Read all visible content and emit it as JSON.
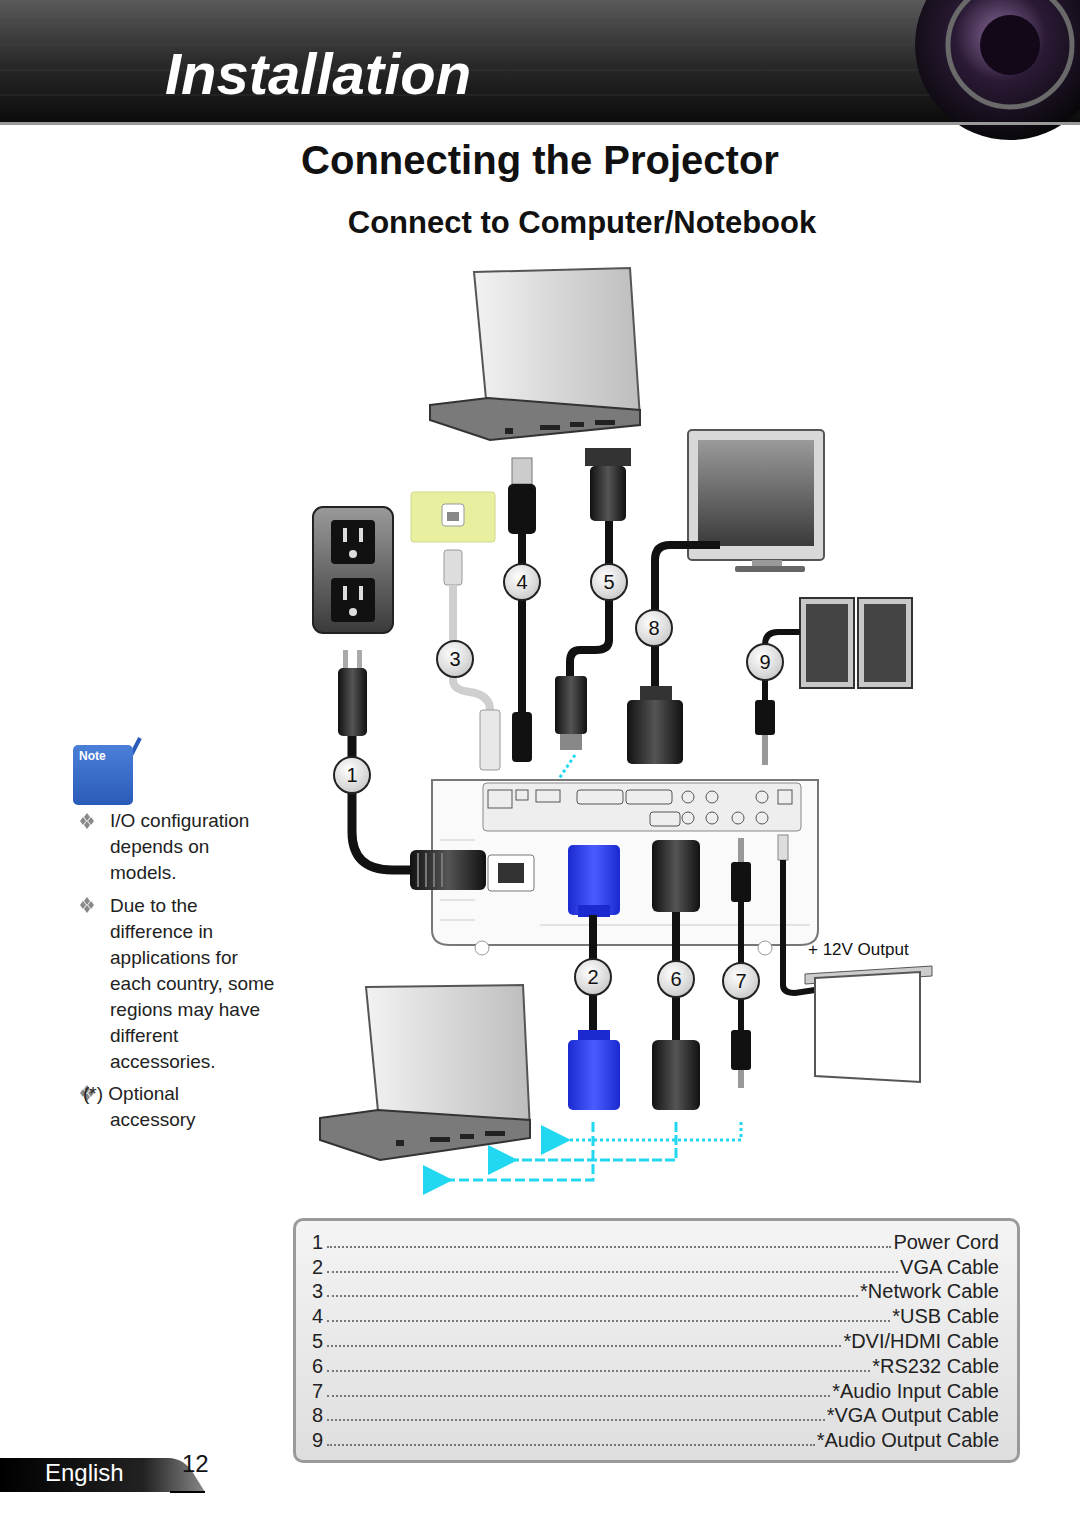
{
  "diagram": {
    "title": "Connecting the Projector",
    "nodes": [
      {
        "text": [
          "1"
        ]
      },
      {
        "text": [
          "2"
        ]
      },
      {
        "text": [
          "3"
        ]
      },
      {
        "text": [
          "4"
        ]
      },
      {
        "text": [
          "5"
        ]
      },
      {
        "text": [
          "6"
        ]
      },
      {
        "text": [
          "7"
        ]
      },
      {
        "text": [
          "8"
        ]
      },
      {
        "text": [
          "9"
        ]
      },
      {
        "text": [
          "Note"
        ]
      },
      {
        "text": [
          "1",
          "Power Cord",
          "2",
          "VGA Cable",
          "3",
          "*Network Cable",
          "4",
          "*USB Cable",
          "5",
          "*DVI/HDMI Cable",
          "6",
          "*RS232 Cable",
          "7",
          "*Audio Input Cable",
          "8",
          "*VGA Output Cable",
          "9",
          "*Audio Output Cable"
        ]
      }
    ],
    "labels": [
      "Installation",
      "Connect to Computer/Notebook",
      "I/O configuration depends on models.",
      "Due to the difference in applications for each country, some regions may have different accessories.",
      "(*) Optional accessory",
      "+ 12V Output",
      "English",
      "12"
    ]
  }
}
